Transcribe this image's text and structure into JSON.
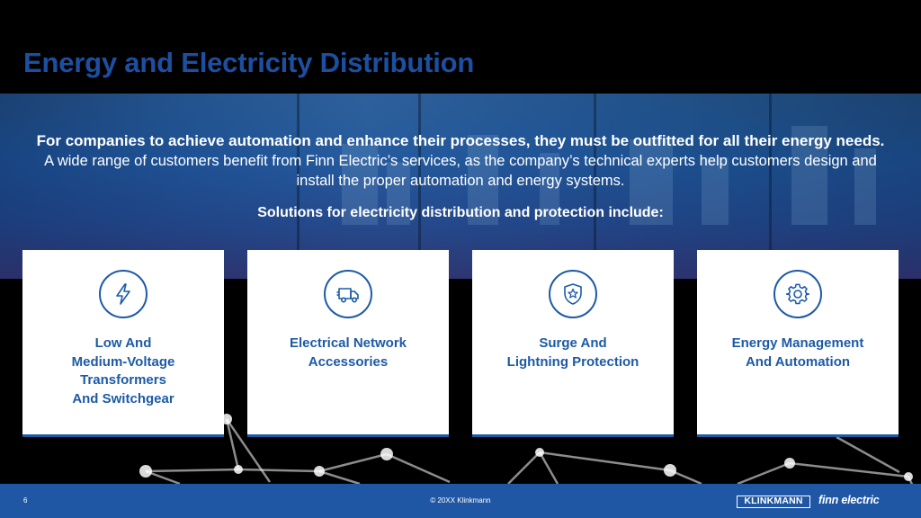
{
  "slide": {
    "title": "Energy and Electricity Distribution",
    "intro_bold": "For companies to achieve automation and enhance their processes, they must be outfitted for all their energy needs.",
    "intro_rest": " A wide range of customers benefit from Finn Electric’s services, as the company’s technical experts help customers design and install the proper automation and energy systems.",
    "subheading": "Solutions for electricity distribution and protection include:"
  },
  "cards": [
    {
      "icon": "lightning-icon",
      "label": "Low And\nMedium-Voltage\nTransformers\nAnd Switchgear"
    },
    {
      "icon": "delivery-truck-icon",
      "label": "Electrical Network\nAccessories"
    },
    {
      "icon": "shield-star-icon",
      "label": "Surge And\nLightning Protection"
    },
    {
      "icon": "gear-icon",
      "label": "Energy Management\nAnd Automation"
    }
  ],
  "footer": {
    "page_number": "6",
    "copyright": "© 20XX Klinkmann",
    "logo_klinkmann": "KLINKMANN",
    "logo_finn": "finn electric"
  },
  "colors": {
    "accent": "#1f57a4",
    "title": "#1d4fa0",
    "card_text": "#1d5aa6"
  }
}
